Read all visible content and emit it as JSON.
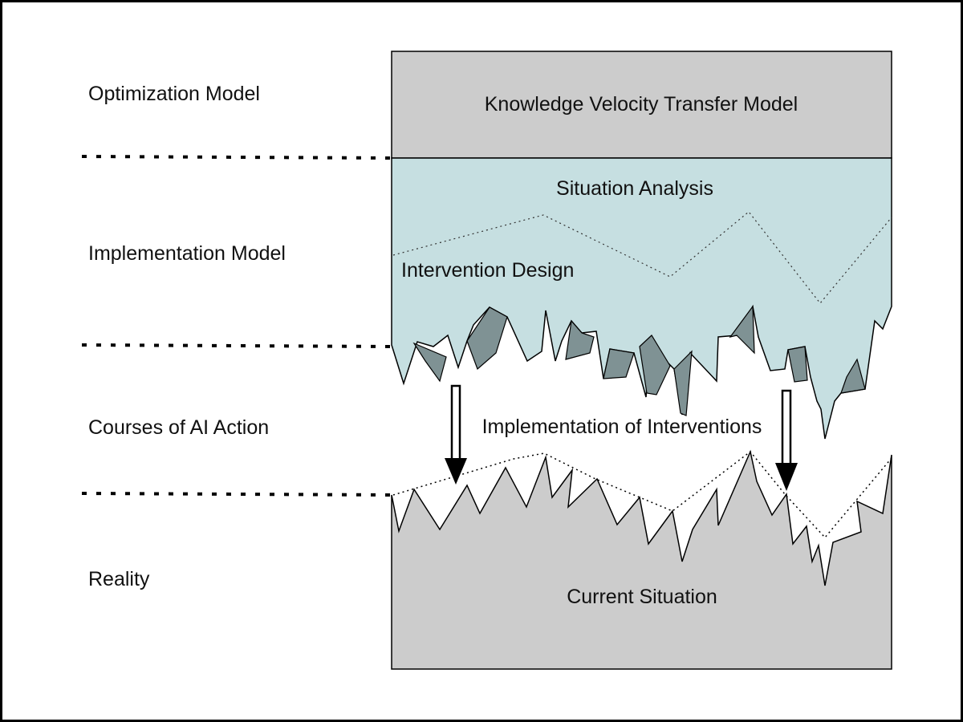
{
  "levels": {
    "optimization": "Optimization Model",
    "implementation": "Implementation Model",
    "courses": "Courses of AI Action",
    "reality": "Reality"
  },
  "boxes": {
    "top": "Knowledge Velocity Transfer Model",
    "situation_analysis": "Situation Analysis",
    "intervention_design": "Intervention Design",
    "implementation": "Implementation of Interventions",
    "current": "Current Situation"
  },
  "colors": {
    "top_fill": "#cccccc",
    "model_fill": "#c6dfe1",
    "shard_fill": "#7f9294",
    "reality_fill": "#cccccc",
    "stroke": "#000000"
  }
}
